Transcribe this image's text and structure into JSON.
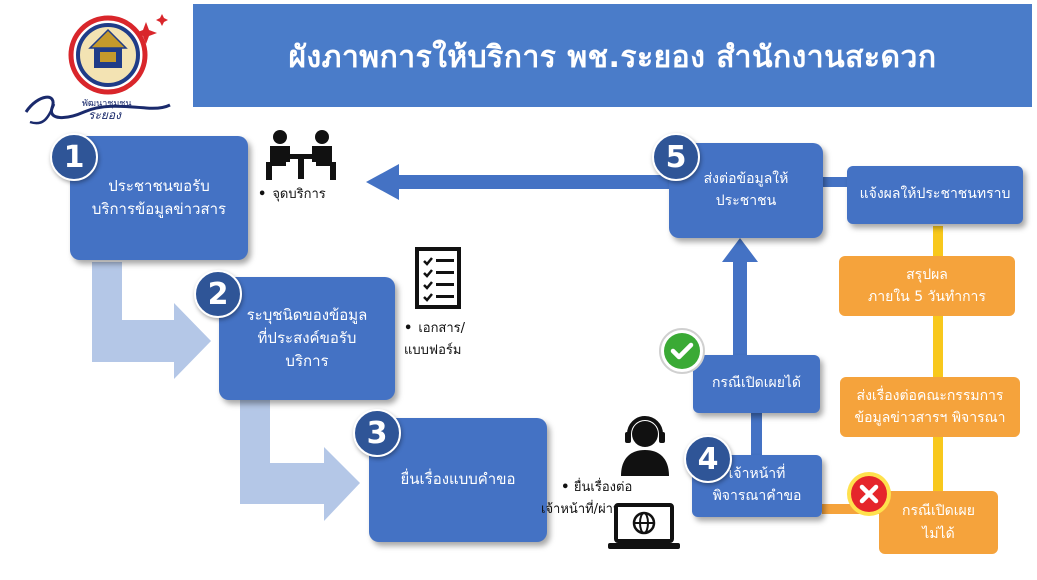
{
  "header": {
    "title": "ผังภาพการให้บริการ พช.ระยอง สำนักงานสะดวก"
  },
  "logo": {
    "caption": "พัฒนาชุมชน",
    "signature": "ระยอง"
  },
  "steps": [
    {
      "number": "1",
      "text": "ประชาชนขอรับ\nบริการข้อมูลข่าวสาร"
    },
    {
      "number": "2",
      "text": "ระบุชนิดของข้อมูล\nที่ประสงค์ขอรับ\nบริการ"
    },
    {
      "number": "3",
      "text": "ยื่นเรื่องแบบคำขอ"
    },
    {
      "number": "4",
      "text": "เจ้าหน้าที่\nพิจารณาคำขอ"
    },
    {
      "number": "5",
      "text": "ส่งต่อข้อมูลให้\nประชาชน"
    }
  ],
  "notes": {
    "service_point": "จุดบริการ",
    "documents": "เอกสาร/\nแบบฟอร์ม",
    "submit": "ยื่นเรื่องต่อ\nเจ้าหน้าที่/ผ่านระบบ"
  },
  "branches": {
    "disclose": "กรณีเปิดเผยได้",
    "not_disclose": "กรณีเปิดเผย\nไม่ได้",
    "notify": "แจ้งผลให้ประชาชนทราบ",
    "summary": "สรุปผล\nภายใน 5 วันทำการ",
    "committee": "ส่งเรื่องต่อคณะกรรมการ\nข้อมูลข่าวสารฯ พิจารณา"
  },
  "icons": [
    "meeting-icon",
    "checklist-icon",
    "headset-user-icon",
    "laptop-globe-icon",
    "check-circle-icon",
    "cross-circle-icon"
  ],
  "colors": {
    "header": "#4a7cc9",
    "box": "#4472c4",
    "badge": "#2f5597",
    "orange": "#f5a33c",
    "yellow_line": "#f8c81c",
    "light_arrow": "#b4c7e7"
  }
}
